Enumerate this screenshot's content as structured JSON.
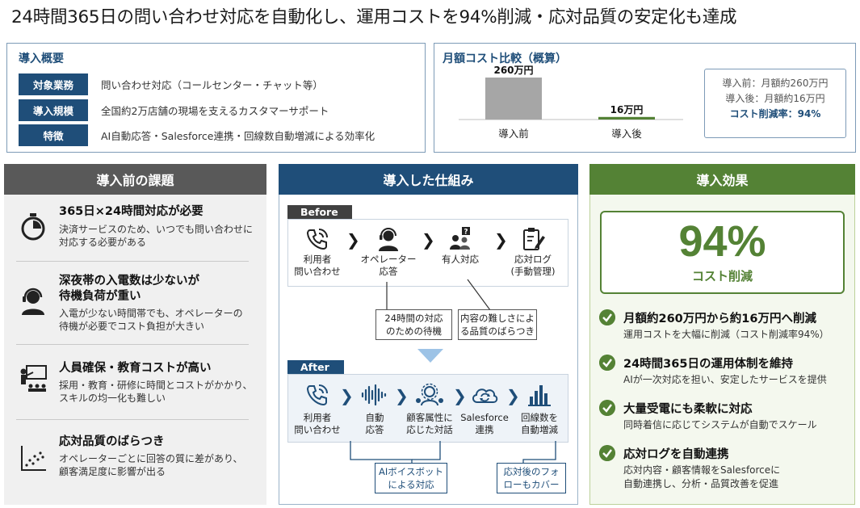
{
  "title": "24時間365日の問い合わせ対応を自動化し、運用コストを94%削減・応対品質の安定化も達成",
  "overview": {
    "heading": "導入概要",
    "rows": [
      {
        "key": "対象業務",
        "value": "問い合わせ対応（コールセンター・チャット等）"
      },
      {
        "key": "導入規模",
        "value": "全国約2万店舗の現場を支えるカスタマーサポート"
      },
      {
        "key": "特徴",
        "value": "AI自動応答・Salesforce連携・回線数自動増減による効率化"
      }
    ]
  },
  "cost": {
    "heading": "月額コスト比較（概算）",
    "note_before": "導入前：月額約260万円",
    "note_after": "導入後：月額約16万円",
    "note_rate": "コスト削減率：94%",
    "colors": {
      "before": "#a6a6a6",
      "after": "#548235"
    }
  },
  "chart_data": {
    "type": "bar",
    "categories": [
      "導入前",
      "導入後"
    ],
    "values": [
      260,
      16
    ],
    "data_labels": [
      "260万円",
      "16万円"
    ],
    "title": "月額コスト比較（概算）"
  },
  "left": {
    "heading": "導入前の課題",
    "color": "#595959",
    "issues": [
      {
        "icon": "stopwatch-icon",
        "title": "365日×24時間対応が必要",
        "desc1": "決済サービスのため、いつでも問い合わせに",
        "desc2": "対応する必要がある"
      },
      {
        "icon": "operator-headset-icon",
        "title": "深夜帯の入電数は少ないが",
        "title2": "待機負荷が重い",
        "desc1": "入電が少ない時間帯でも、オペレーターの",
        "desc2": "待機が必要でコスト負担が大きい"
      },
      {
        "icon": "teacher-board-icon",
        "title": "人員確保・教育コストが高い",
        "desc1": "採用・教育・研修に時間とコストがかかり、",
        "desc2": "スキルの均一化も難しい"
      },
      {
        "icon": "scatter-plot-icon",
        "title": "応対品質のばらつき",
        "desc1": "オペレーターごとに回答の質に差があり、",
        "desc2": "顧客満足度に影響が出る"
      }
    ]
  },
  "middle": {
    "heading": "導入した仕組み",
    "color": "#1f4e79",
    "before_tag": "Before",
    "after_tag": "After",
    "before_steps": [
      {
        "icon": "phone-call-icon",
        "l1": "利用者",
        "l2": "問い合わせ"
      },
      {
        "icon": "operator-icon",
        "l1": "オペレーター",
        "l2": "応答"
      },
      {
        "icon": "people-question-icon",
        "l1": "有人対応",
        "l2": ""
      },
      {
        "icon": "clipboard-edit-icon",
        "l1": "応対ログ",
        "l2": "(手動管理)"
      }
    ],
    "before_callouts": [
      {
        "l1": "24時間の対応",
        "l2": "のための待機"
      },
      {
        "l1": "内容の難しさによ",
        "l2": "る品質のばらつき"
      }
    ],
    "after_steps": [
      {
        "icon": "phone-call-icon",
        "l1": "利用者",
        "l2": "問い合わせ"
      },
      {
        "icon": "voice-wave-icon",
        "l1": "自動",
        "l2": "応答"
      },
      {
        "icon": "customer-attributes-icon",
        "l1": "顧客属性に",
        "l2": "応じた対話"
      },
      {
        "icon": "cloud-sync-icon",
        "l1": "Salesforce",
        "l2": "連携"
      },
      {
        "icon": "bar-chart-icon",
        "l1": "回線数を",
        "l2": "自動増減"
      }
    ],
    "after_callouts": [
      {
        "l1": "AIボイスボット",
        "l2": "による対応"
      },
      {
        "l1": "応対後のフォ",
        "l2": "ローもカバー"
      }
    ]
  },
  "right": {
    "heading": "導入効果",
    "color": "#548235",
    "big_number": "94%",
    "big_label": "コスト削減",
    "effects": [
      {
        "title": "月額約260万円から約16万円へ削減",
        "desc1": "運用コストを大幅に削減（コスト削減率94%）",
        "desc2": ""
      },
      {
        "title": "24時間365日の運用体制を維持",
        "desc1": "AIが一次対応を担い、安定したサービスを提供",
        "desc2": ""
      },
      {
        "title": "大量受電にも柔軟に対応",
        "desc1": "同時着信に応じてシステムが自動でスケール",
        "desc2": ""
      },
      {
        "title": "応対ログを自動連携",
        "desc1": "応対内容・顧客情報をSalesforceに",
        "desc2": "自動連携し、分析・品質改善を促進"
      }
    ]
  }
}
